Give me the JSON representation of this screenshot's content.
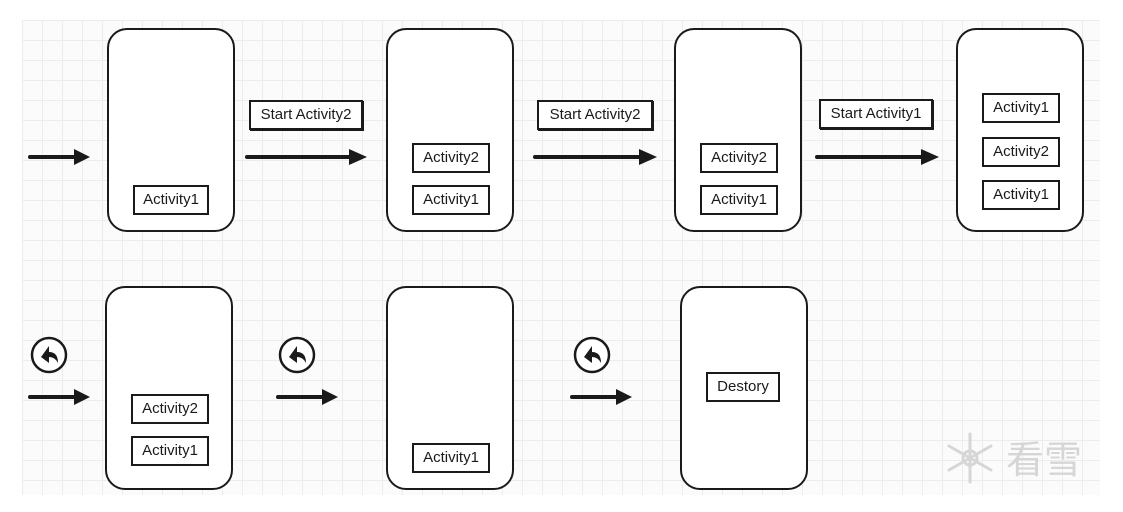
{
  "steps": {
    "step1_label": "Start Activity2",
    "step2_label": "Start Activity2",
    "step3_label": "Start Activity1"
  },
  "phones": {
    "p1": [
      "Activity1"
    ],
    "p2": [
      "Activity2",
      "Activity1"
    ],
    "p3": [
      "Activity2",
      "Activity1"
    ],
    "p4": [
      "Activity1",
      "Activity2",
      "Activity1"
    ],
    "p5": [
      "Activity2",
      "Activity1"
    ],
    "p6": [
      "Activity1"
    ],
    "p7": [
      "Destory"
    ]
  },
  "watermark": {
    "text": "看雪"
  },
  "colors": {
    "ink": "#1a1a1a",
    "grid": "#ececec",
    "watermark": "#d6d6d6"
  },
  "icons": {
    "back": "back-arrow-icon",
    "arrow": "right-arrow-icon"
  }
}
